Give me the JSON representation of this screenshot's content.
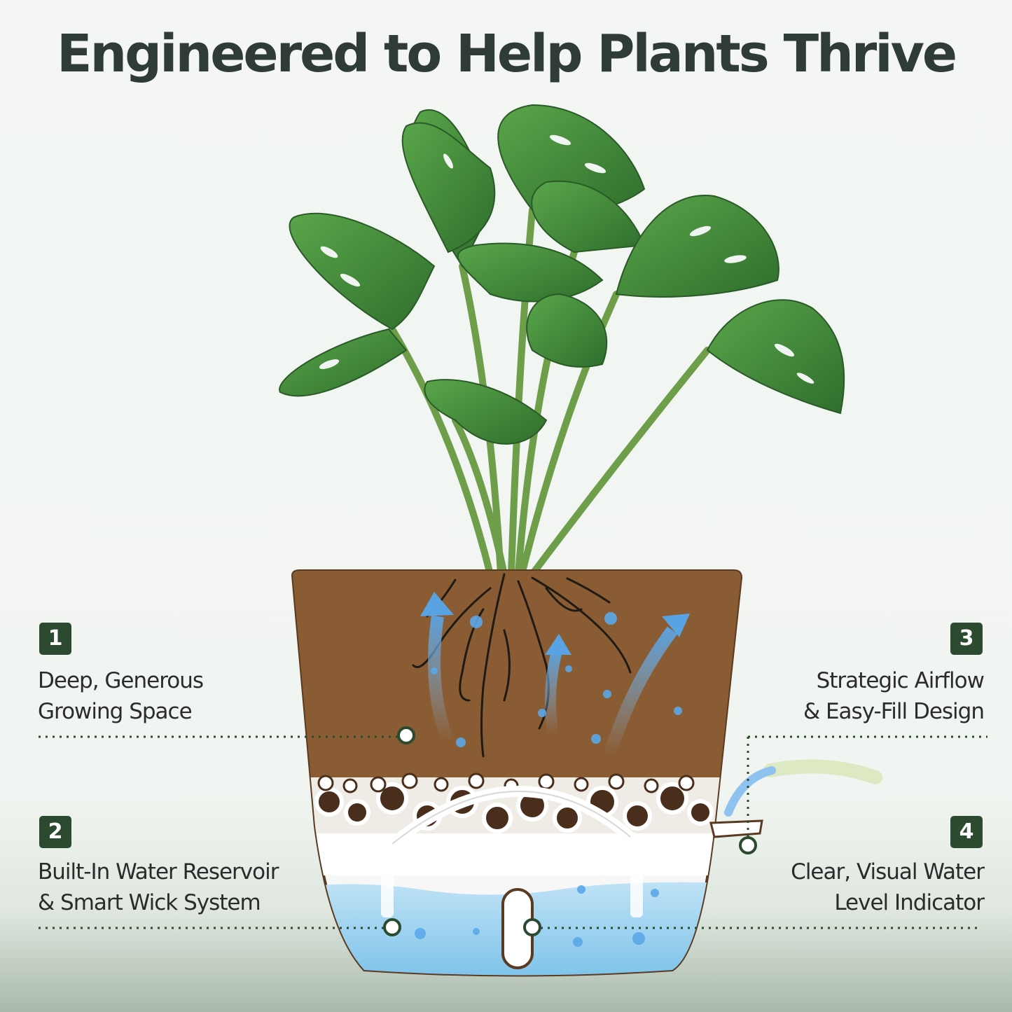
{
  "title": "Engineered to Help Plants Thrive",
  "colors": {
    "badge": "#2b4a2f",
    "soil": "#8a5c33",
    "water": "#8fcbea",
    "leaf": "#3f8a3a",
    "title_text": "#2f3b36"
  },
  "features": [
    {
      "number": "1",
      "line1": "Deep, Generous",
      "line2": "Growing Space"
    },
    {
      "number": "2",
      "line1": "Built-In Water Reservoir",
      "line2": "& Smart Wick System"
    },
    {
      "number": "3",
      "line1": "Strategic Airflow",
      "line2": "& Easy-Fill Design"
    },
    {
      "number": "4",
      "line1": "Clear, Visual Water",
      "line2": "Level Indicator"
    }
  ]
}
